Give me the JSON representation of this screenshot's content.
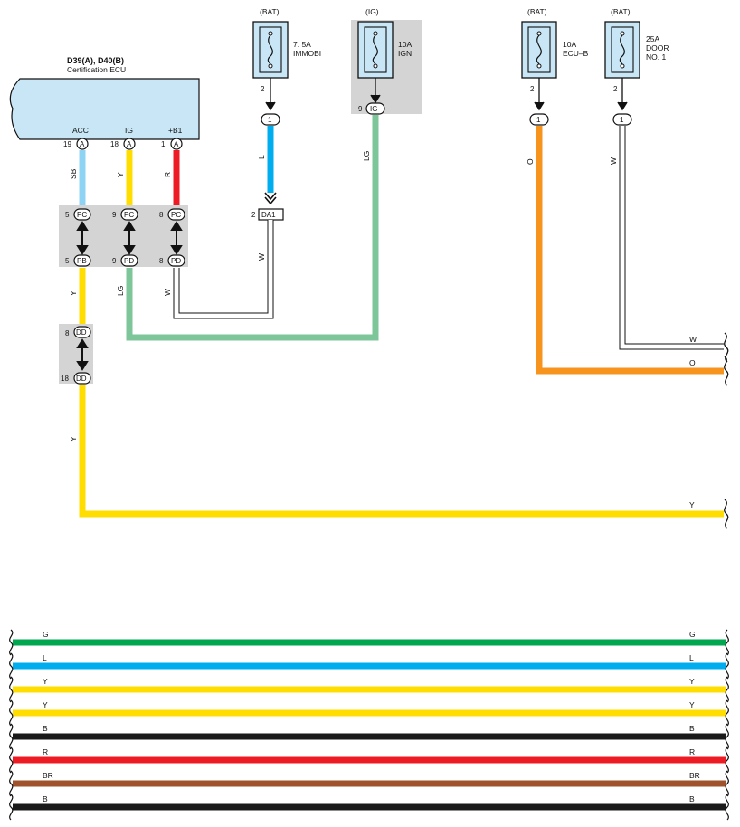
{
  "ecu": {
    "connector": "D39(A), D40(B)",
    "name": "Certification ECU",
    "pins": [
      {
        "num": "19",
        "conn": "A",
        "name": "ACC",
        "wire": "SB"
      },
      {
        "num": "18",
        "conn": "A",
        "name": "IG",
        "wire": "Y"
      },
      {
        "num": "1",
        "conn": "A",
        "name": "+B1",
        "wire": "R"
      }
    ]
  },
  "fuses": [
    {
      "source": "(BAT)",
      "rating": "7. 5A",
      "name": "IMMOBI",
      "pin": "2",
      "conn": "1",
      "wire": "L"
    },
    {
      "source": "(IG)",
      "rating": "10A",
      "name": "IGN",
      "pin": "9",
      "conn": "IG",
      "wire": "LG"
    },
    {
      "source": "(BAT)",
      "rating": "10A",
      "name": "ECU–B",
      "pin": "2",
      "conn": "1",
      "wire": "O"
    },
    {
      "source": "(BAT)",
      "rating": "25A",
      "name": "DOOR",
      "name2": "NO. 1",
      "pin": "2",
      "conn": "1",
      "wire": "W"
    }
  ],
  "junctions": {
    "pc": {
      "label": "PC",
      "pins": [
        "5",
        "9",
        "8"
      ]
    },
    "pd": {
      "labels": [
        "PB",
        "PD",
        "PD"
      ],
      "pins": [
        "5",
        "9",
        "8"
      ]
    },
    "dd": {
      "label": "DD",
      "pins": [
        "8",
        "18"
      ]
    },
    "da1": {
      "label": "DA1",
      "pin": "2"
    }
  },
  "wire_labels": {
    "sb": "SB",
    "y1": "Y",
    "r": "R",
    "l": "L",
    "lg1": "LG",
    "o1": "O",
    "w1": "W",
    "w_da1": "W",
    "y_pb": "Y",
    "lg_pd": "LG",
    "w_pd": "W",
    "y_dd": "Y",
    "w_right": "W",
    "o_right": "O",
    "y_right": "Y"
  },
  "bottom_wires": [
    {
      "label": "G",
      "color": "#00a650"
    },
    {
      "label": "L",
      "color": "#00aeef"
    },
    {
      "label": "Y",
      "color": "#ffdd00"
    },
    {
      "label": "Y",
      "color": "#ffdd00"
    },
    {
      "label": "B",
      "color": "#1a1a1a"
    },
    {
      "label": "R",
      "color": "#ed1c24"
    },
    {
      "label": "BR",
      "color": "#a0522d"
    },
    {
      "label": "B",
      "color": "#1a1a1a"
    }
  ],
  "colors": {
    "sb": "#8fd3f4",
    "y": "#ffdd00",
    "r": "#ed1c24",
    "l": "#00aeef",
    "lg": "#7cc69a",
    "o": "#f7941d",
    "w": "#ffffff",
    "box": "#c8e6f5",
    "shade": "#d4d4d4"
  }
}
